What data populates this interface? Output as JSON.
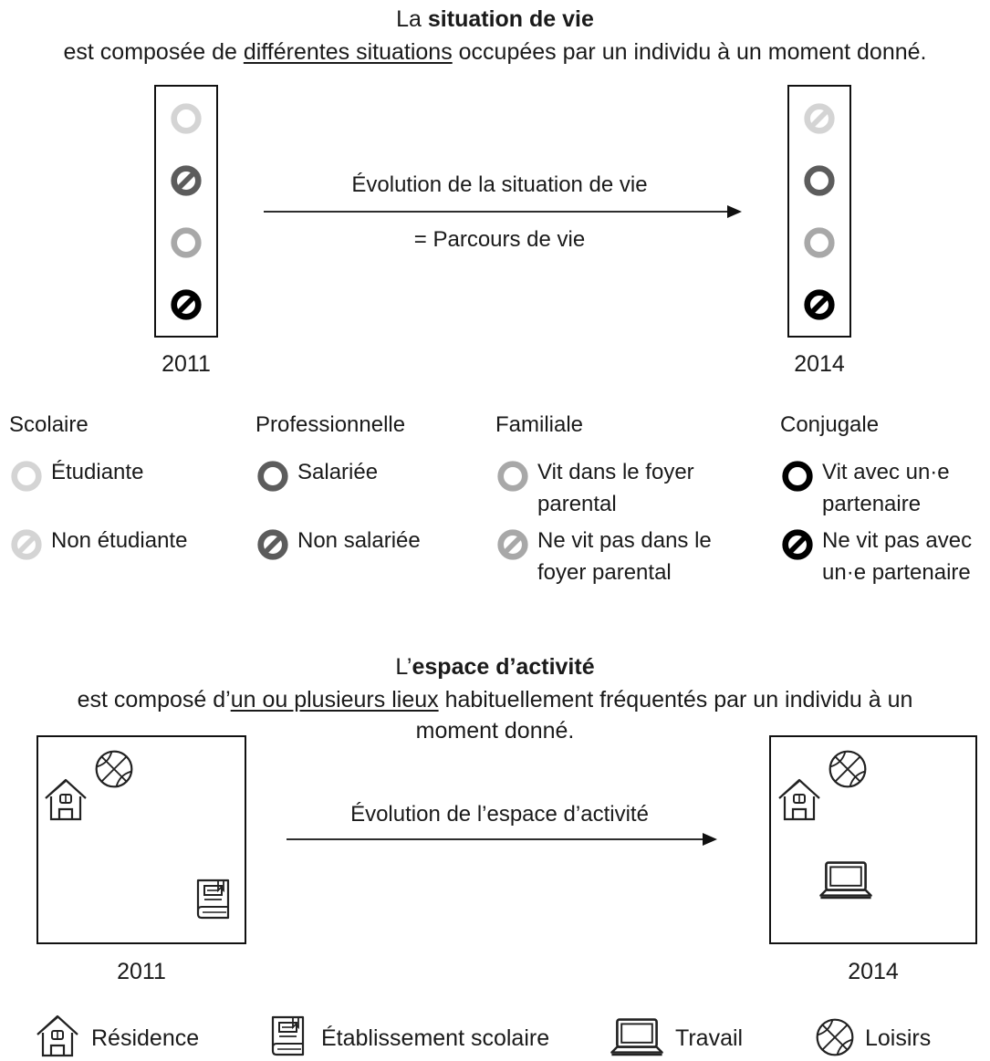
{
  "situation": {
    "title_pre": "La ",
    "title_bold": "situation de vie",
    "subtitle_pre": "est composée de ",
    "subtitle_underline": "différentes situations",
    "subtitle_post": " occupées par un individu à un moment donné.",
    "year_start": "2011",
    "year_end": "2014",
    "arrow_label": "Évolution de la situation de vie",
    "arrow_sublabel": "= Parcours de vie"
  },
  "legend": {
    "columns": [
      {
        "heading": "Scolaire",
        "color": "#d4d4d4",
        "open_label": "Étudiante",
        "closed_label": "Non étudiante"
      },
      {
        "heading": "Professionnelle",
        "color": "#5c5c5c",
        "open_label": "Salariée",
        "closed_label": "Non salariée"
      },
      {
        "heading": "Familiale",
        "color": "#a8a8a8",
        "open_label": "Vit dans le foyer parental",
        "closed_label": "Ne vit pas dans le foyer parental"
      },
      {
        "heading": "Conjugale",
        "color": "#000000",
        "open_label": "Vit avec un·e partenaire",
        "closed_label": "Ne vit pas avec un·e partenaire"
      }
    ]
  },
  "espace": {
    "title_pre": "L’",
    "title_bold": "espace d’activité",
    "subtitle_pre": "est composé d’",
    "subtitle_underline": "un ou plusieurs lieux",
    "subtitle_post": " habituellement fréquentés par un individu à un moment donné.",
    "year_start": "2011",
    "year_end": "2014",
    "arrow_label": "Évolution de l’espace d’activité"
  },
  "places": {
    "residence": "Résidence",
    "school": "Établissement scolaire",
    "work": "Travail",
    "leisure": "Loisirs"
  }
}
